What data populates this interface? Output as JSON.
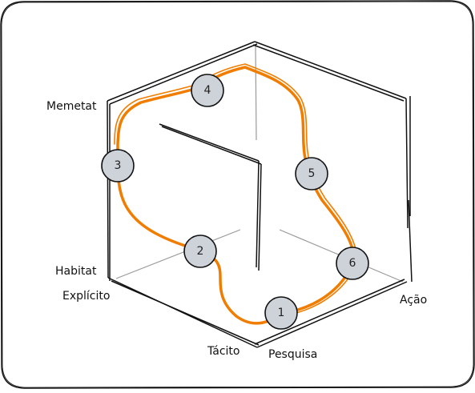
{
  "diagram": {
    "axis_labels": {
      "memetat": "Memetat",
      "habitat": "Habitat",
      "explicito": "Explícito",
      "tacito": "Tácito",
      "pesquisa": "Pesquisa",
      "acao": "Ação"
    },
    "nodes": [
      {
        "id": "node-1",
        "label": "1"
      },
      {
        "id": "node-2",
        "label": "2"
      },
      {
        "id": "node-3",
        "label": "3"
      },
      {
        "id": "node-4",
        "label": "4"
      },
      {
        "id": "node-5",
        "label": "5"
      },
      {
        "id": "node-6",
        "label": "6"
      }
    ],
    "colors": {
      "path": "#f07d00",
      "node_fill": "#ced3da",
      "frame": "#111111",
      "guide": "#9a9a9a"
    }
  }
}
